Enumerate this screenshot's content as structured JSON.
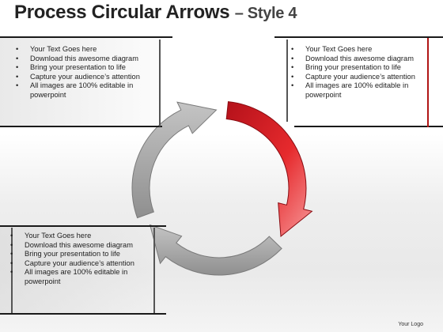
{
  "title": {
    "main": "Process Circular Arrows",
    "sub": "– Style 4"
  },
  "boxes": {
    "top_left": [
      "Your Text Goes here",
      "Download this awesome diagram",
      "Bring your presentation to life",
      "Capture your audience’s attention",
      "All images are 100% editable in powerpoint"
    ],
    "top_right": [
      "Your Text Goes here",
      "Download this awesome diagram",
      "Bring your presentation to life",
      "Capture your audience’s attention",
      "All images are 100% editable in powerpoint"
    ],
    "bottom_left": [
      "Your Text Goes here",
      "Download this awesome diagram",
      "Bring your presentation to life",
      "Capture your audience’s attention",
      "All images are 100% editable in powerpoint"
    ]
  },
  "logo": "Your Logo",
  "colors": {
    "accent_red": "#e01e22",
    "arrow_gray": "#a8a8a8",
    "rule": "#1a1a1a"
  },
  "arrows": [
    {
      "color": "red",
      "position": "right"
    },
    {
      "color": "gray",
      "position": "bottom"
    },
    {
      "color": "gray",
      "position": "left"
    }
  ]
}
